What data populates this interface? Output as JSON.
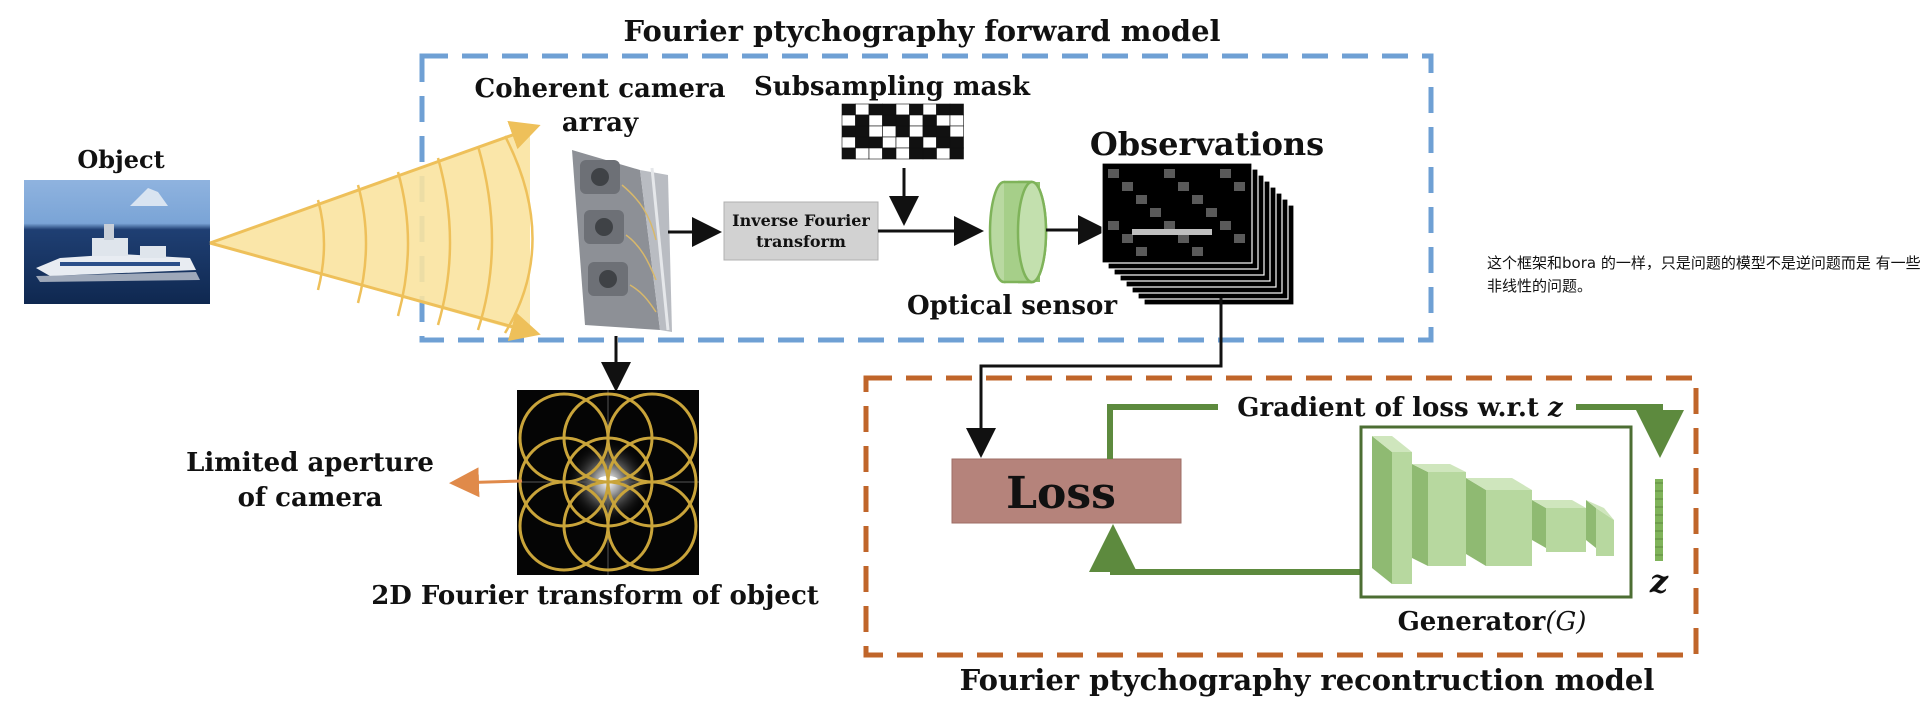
{
  "forward_model": {
    "title": "Fourier ptychography forward model",
    "camera_label_line1": "Coherent camera",
    "camera_label_line2": "array",
    "mask_label": "Subsampling mask",
    "observations_label": "Observations",
    "ift_label_line1": "Inverse Fourier",
    "ift_label_line2": "transform",
    "sensor_label": "Optical sensor"
  },
  "object_label": "Object",
  "aperture_label_line1": "Limited aperture",
  "aperture_label_line2": "of camera",
  "fourier_label": "2D Fourier transform of object",
  "reconstruction_model": {
    "title": "Fourier ptychography recontruction model",
    "loss_label": "Loss",
    "gradient_label": "Gradient of loss w.r.t",
    "z_symbol": "z",
    "generator_label": "Generator",
    "generator_symbol": "(G)"
  },
  "side_note": "这个框架和bora 的一样，只是问题的模型不是逆问题而是 有一些非线性的问题。",
  "colors": {
    "forward_border": "#6fa0d4",
    "recon_border": "#c0652a",
    "beam": "#f7dd8a",
    "beam_edge": "#eec05a",
    "loss_box": "#b5837b",
    "green_arrow": "#5d8a3e",
    "aperture_arrow": "#e08a4a",
    "fourier_circles": "#c9a43a"
  }
}
